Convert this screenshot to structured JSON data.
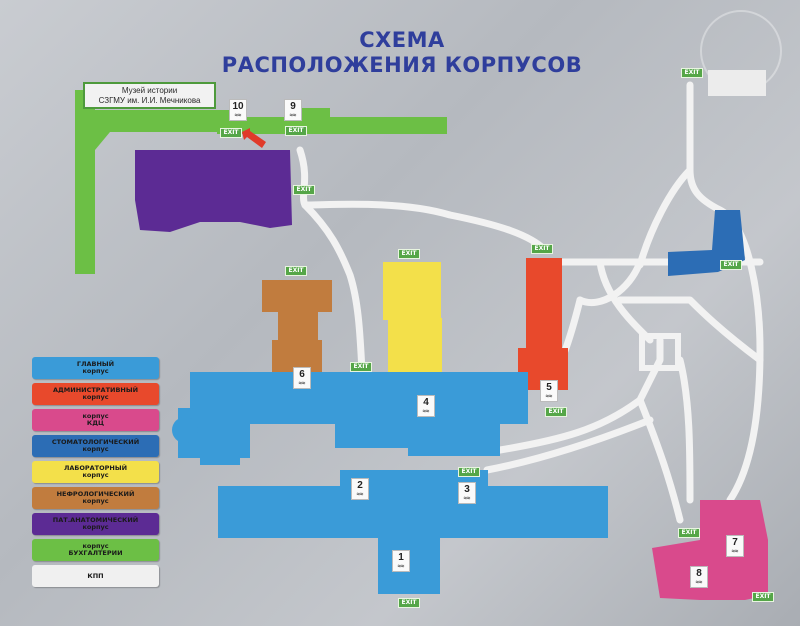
{
  "title": {
    "line1": "СХЕМА",
    "line2": "РАСПОЛОЖЕНИЯ КОРПУСОВ"
  },
  "museum_label": {
    "line1": "Музей истории",
    "line2": "СЗГМУ им. И.И. Мечникова"
  },
  "exit_label": "EXIT",
  "stairs_icon": "stairs-icon",
  "building_numbers": [
    "10",
    "9",
    "6",
    "4",
    "5",
    "2",
    "3",
    "1",
    "7",
    "8"
  ],
  "legend": [
    {
      "line1": "ГЛАВНЫЙ",
      "line2": "корпус",
      "color": "#3a9bd8"
    },
    {
      "line1": "АДМИНИСТРАТИВНЫЙ",
      "line2": "корпус",
      "color": "#e8492c"
    },
    {
      "line1": "корпус",
      "line2": "КДЦ",
      "color": "#d94a8c"
    },
    {
      "line1": "СТОМАТОЛОГИЧЕСКИЙ",
      "line2": "корпус",
      "color": "#2c6db5"
    },
    {
      "line1": "ЛАБОРАТОРНЫЙ",
      "line2": "корпус",
      "color": "#f3e04a"
    },
    {
      "line1": "НЕФРОЛОГИЧЕСКИЙ",
      "line2": "корпус",
      "color": "#c17c3e"
    },
    {
      "line1": "ПАТ.АНАТОМИЧЕСКИЙ",
      "line2": "корпус",
      "color": "#5c2b94"
    },
    {
      "line1": "корпус",
      "line2": "БУХГАЛТЕРИИ",
      "color": "#6cbf45"
    },
    {
      "line1": "КПП",
      "line2": "",
      "color": "#f0f0f0"
    }
  ],
  "colors": {
    "main": "#3a9bd8",
    "admin": "#e8492c",
    "kdc": "#d94a8c",
    "dental": "#2c6db5",
    "lab": "#f3e04a",
    "nephro": "#c17c3e",
    "pathology": "#5c2b94",
    "accounting": "#6cbf45",
    "checkpoint": "#ececec",
    "path": "#f2f2f2",
    "title": "#2f3e9c"
  }
}
